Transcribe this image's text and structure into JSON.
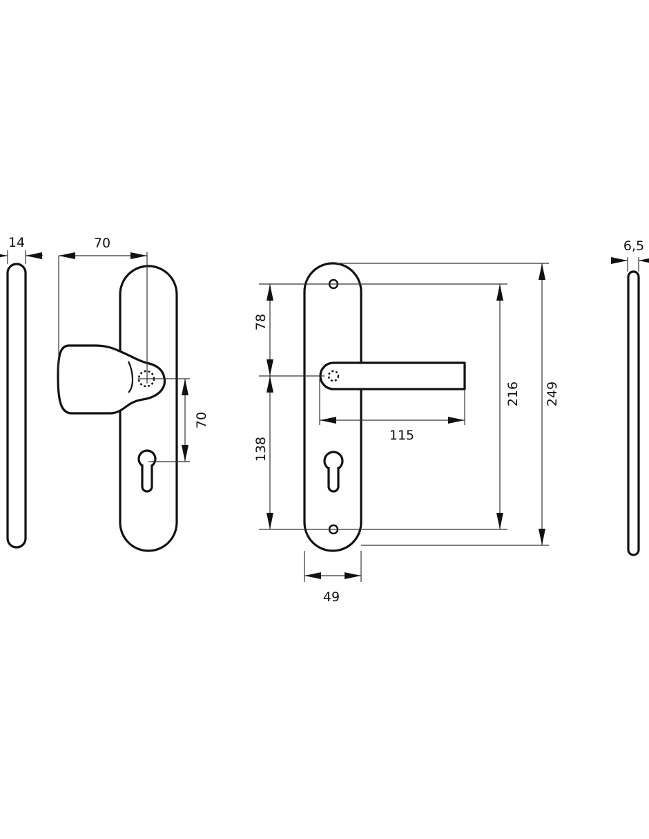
{
  "title": "Door handle set technical drawing (dimensions in mm)",
  "views": {
    "side_profile_knob": {
      "thickness": "14"
    },
    "knob_plate": {
      "knob_projection": "70",
      "knob_to_keyhole": "70"
    },
    "lever_plate": {
      "top_hole_to_lever": "78",
      "lever_to_bottom_hole": "138",
      "lever_length": "115",
      "hole_spacing": "216",
      "plate_height": "249",
      "plate_width": "49"
    },
    "side_profile_lever": {
      "thickness": "6,5"
    }
  },
  "colors": {
    "line": "#111111",
    "background": "#ffffff"
  }
}
